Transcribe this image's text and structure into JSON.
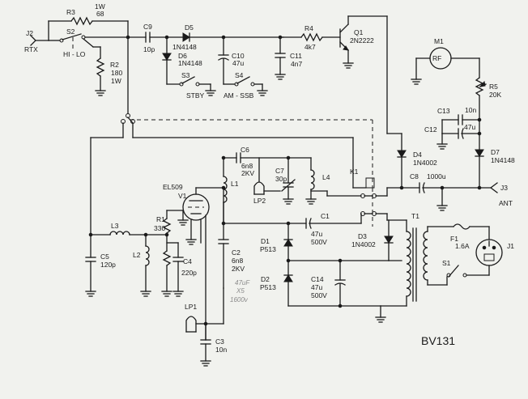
{
  "schematic": {
    "model": "BV131",
    "connectors": {
      "j2": "J2",
      "j2_sub": "RTX",
      "j3": "J3",
      "j3_sub": "ANT",
      "j1": "J1"
    },
    "resistors": {
      "r3": "R3",
      "r3_value": "68",
      "r3_power": "1W",
      "r2": "R2",
      "r2_value": "180",
      "r2_power": "1W",
      "r4": "R4",
      "r4_value": "4k7",
      "r1": "R1",
      "r1_value": "330",
      "r5": "R5",
      "r5_value": "20K"
    },
    "switches": {
      "s2": "S2",
      "s2_mode": "HI - LO",
      "s3": "S3",
      "s3_mode": "STBY",
      "s4": "S4",
      "s4_mode": "AM - SSB",
      "s1": "S1"
    },
    "capacitors": {
      "c9": "C9",
      "c9_value": "10p",
      "c10": "C10",
      "c10_value": "47u",
      "c11": "C11",
      "c11_value": "4n7",
      "c13": "C13",
      "c13_value": "10n",
      "c12": "C12",
      "c12_value": "47u",
      "c6": "C6",
      "c6_value": "6n8",
      "c6_voltage": "2KV",
      "c7": "C7",
      "c7_value": "30p",
      "c8": "C8",
      "c8_value": "1000u",
      "c1": "C1",
      "c1_value": "47u",
      "c1_voltage": "500V",
      "c2": "C2",
      "c2_value": "6n8",
      "c2_voltage": "2KV",
      "c4": "C4",
      "c4_value": "220p",
      "c5": "C5",
      "c5_value": "120p",
      "c14": "C14",
      "c14_value": "47u",
      "c14_voltage": "500V",
      "c3": "C3",
      "c3_value": "10n"
    },
    "diodes": {
      "d5": "D5",
      "d5_type": "1N4148",
      "d6": "D6",
      "d6_type": "1N4148",
      "d4": "D4",
      "d4_type": "1N4002",
      "d7": "D7",
      "d7_type": "1N4148",
      "d1": "D1",
      "d1_type": "P513",
      "d2": "D2",
      "d2_type": "P513",
      "d3": "D3",
      "d3_type": "1N4002"
    },
    "transistors": {
      "q1": "Q1",
      "q1_type": "2N2222"
    },
    "tube": {
      "v1": "V1",
      "v1_type": "EL509"
    },
    "meter": {
      "m1": "M1",
      "symbol": "RF"
    },
    "relay": {
      "k1": "K1"
    },
    "inductors": {
      "l1": "L1",
      "l2": "L2",
      "l3": "L3",
      "l4": "L4"
    },
    "lamps": {
      "lp1": "LP1",
      "lp2": "LP2"
    },
    "transformer": {
      "t1": "T1"
    },
    "fuse": {
      "f1": "F1",
      "f1_value": "1.6A"
    },
    "pencil_notes": {
      "line1": "47uF",
      "line2": "X5",
      "line3": "1600v"
    }
  }
}
